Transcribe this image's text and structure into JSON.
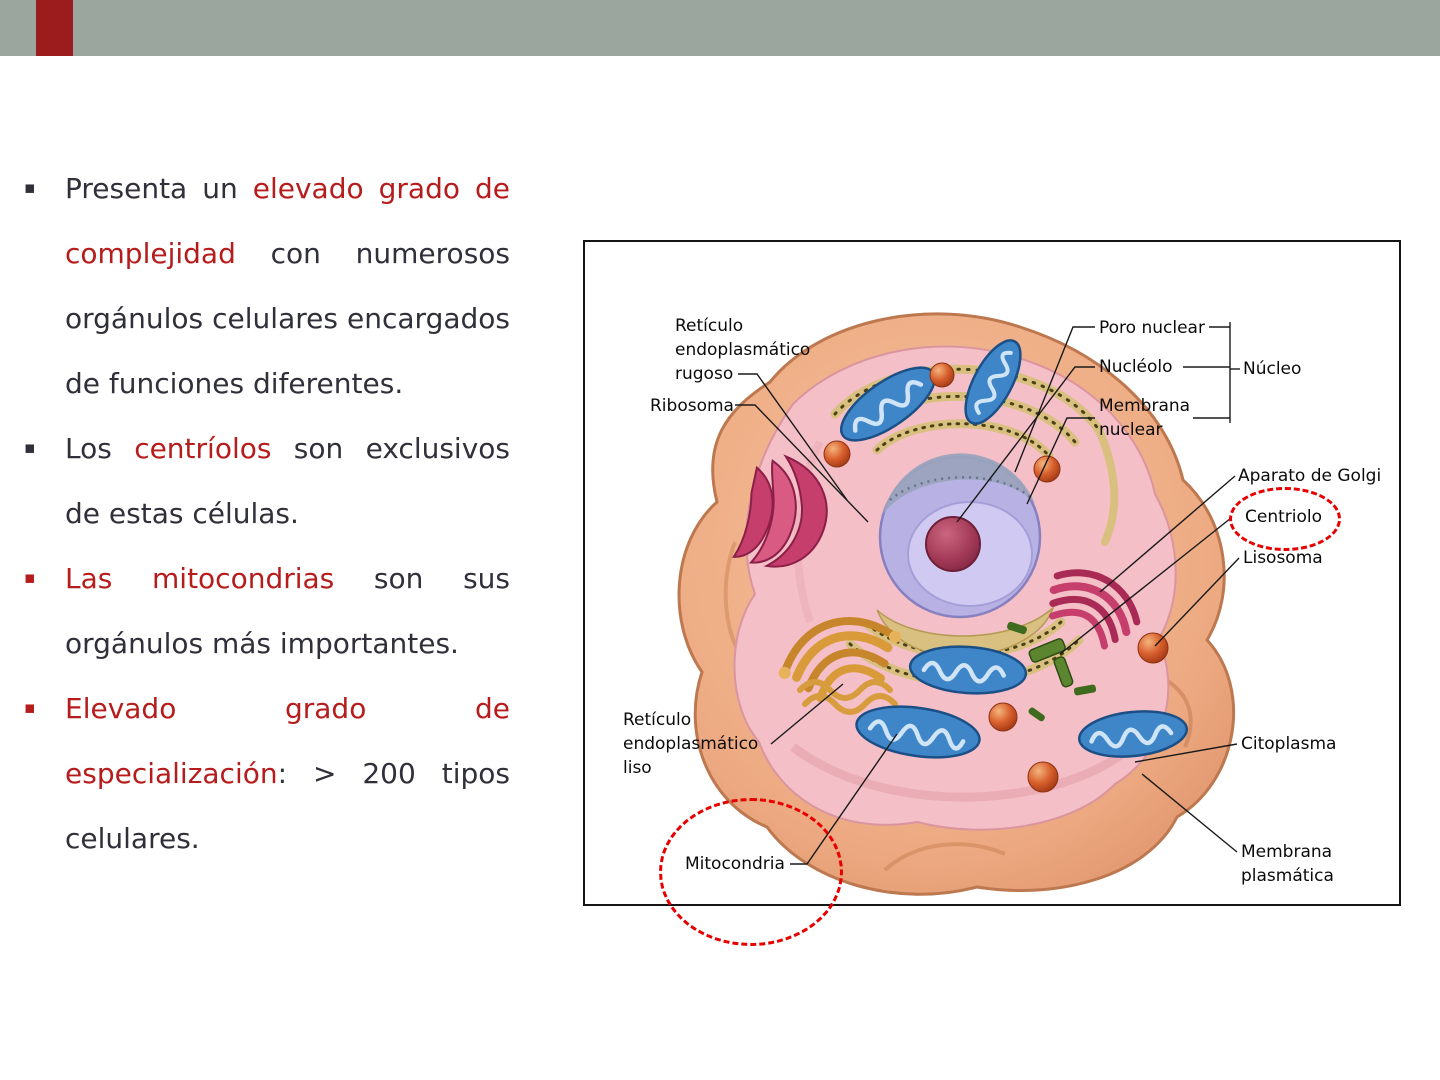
{
  "colors": {
    "accent_red": "#b71c1c",
    "text_dark": "#30303a",
    "top_bar": "#9ba79e",
    "accent_block": "#9c1b1c",
    "highlight": "#e60000",
    "frame_border": "#141414"
  },
  "bullet_glyph": "▪",
  "bullets": [
    {
      "marker": "dark",
      "segments": [
        {
          "t": "Presenta un ",
          "c": "dark"
        },
        {
          "t": "elevado grado de complejidad",
          "c": "red"
        },
        {
          "t": " con numerosos orgánulos celulares encargados de funciones diferentes.",
          "c": "dark"
        }
      ]
    },
    {
      "marker": "dark",
      "segments": [
        {
          "t": "Los ",
          "c": "dark"
        },
        {
          "t": "centríolos",
          "c": "red"
        },
        {
          "t": " son exclusivos de estas células.",
          "c": "dark"
        }
      ]
    },
    {
      "marker": "red",
      "segments": [
        {
          "t": "Las mitocondrias",
          "c": "red"
        },
        {
          "t": " son sus orgánulos más importantes.",
          "c": "dark"
        }
      ]
    },
    {
      "marker": "red",
      "segments": [
        {
          "t": "Elevado grado de especialización",
          "c": "red"
        },
        {
          "t": ": > 200 tipos celulares.",
          "c": "dark"
        }
      ]
    }
  ],
  "diagram": {
    "labels": [
      {
        "id": "er_rugoso",
        "text": "Retículo\nendoplasmático\nrugoso"
      },
      {
        "id": "ribosoma",
        "text": "Ribosoma"
      },
      {
        "id": "poro_nuclear",
        "text": "Poro nuclear"
      },
      {
        "id": "nucleolo",
        "text": "Nucléolo"
      },
      {
        "id": "membrana_nuclear",
        "text": "Membrana\nnuclear"
      },
      {
        "id": "nucleo",
        "text": "Núcleo"
      },
      {
        "id": "aparato_golgi",
        "text": "Aparato de Golgi"
      },
      {
        "id": "centriolo",
        "text": "Centriolo"
      },
      {
        "id": "lisosoma",
        "text": "Lisosoma"
      },
      {
        "id": "citoplasma",
        "text": "Citoplasma"
      },
      {
        "id": "membrana_plasmatica",
        "text": "Membrana\nplasmática"
      },
      {
        "id": "er_liso",
        "text": "Retículo\nendoplasmático\nliso"
      },
      {
        "id": "mitocondria",
        "text": "Mitocondria"
      }
    ],
    "highlights": [
      "centriolo",
      "mitocondria"
    ]
  }
}
